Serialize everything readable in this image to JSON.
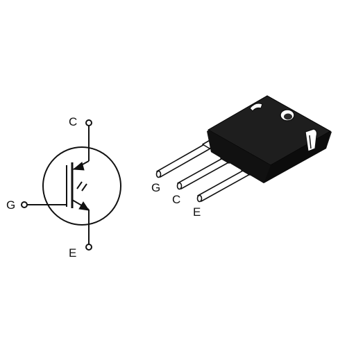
{
  "symbol": {
    "collector_label": "C",
    "gate_label": "G",
    "emitter_label": "E"
  },
  "package": {
    "gate_label": "G",
    "collector_label": "C",
    "emitter_label": "E"
  },
  "colors": {
    "ink": "#111111",
    "body": "#151515",
    "background": "#ffffff"
  }
}
